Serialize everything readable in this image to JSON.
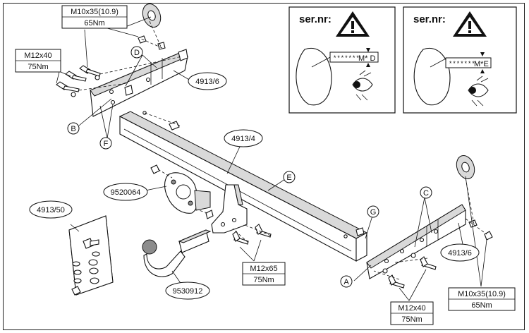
{
  "warning_panels": [
    {
      "heading": "ser.nr:",
      "code_stars": "*******",
      "code_suffix": "M* D"
    },
    {
      "heading": "ser.nr:",
      "code_stars": "*******",
      "code_suffix": "M*E"
    }
  ],
  "boxed_labels": {
    "bolt_top": {
      "line1": "M10x35(10.9)",
      "line2": "65Nm"
    },
    "bolt_left": {
      "line1": "M12x40",
      "line2": "75Nm"
    },
    "bolt_middle": {
      "line1": "M12x65",
      "line2": "75Nm"
    },
    "bolt_bottom": {
      "line1": "M12x40",
      "line2": "75Nm"
    },
    "bolt_right": {
      "line1": "M10x35(10.9)",
      "line2": "65Nm"
    }
  },
  "part_numbers": {
    "bracket_left": "4913/6",
    "crossbar": "4913/4",
    "socket_plate": "9520064",
    "fitting_kit": "4913/50",
    "bracket_right": "4913/6",
    "tow_ball": "9530912"
  },
  "callout_letters": {
    "a": "A",
    "b": "B",
    "c": "C",
    "d": "D",
    "e": "E",
    "f": "F",
    "g": "G"
  },
  "icons": [
    "warning-triangle-icon",
    "eye-icon",
    "arrow-down-icon",
    "arrow-up-icon"
  ]
}
